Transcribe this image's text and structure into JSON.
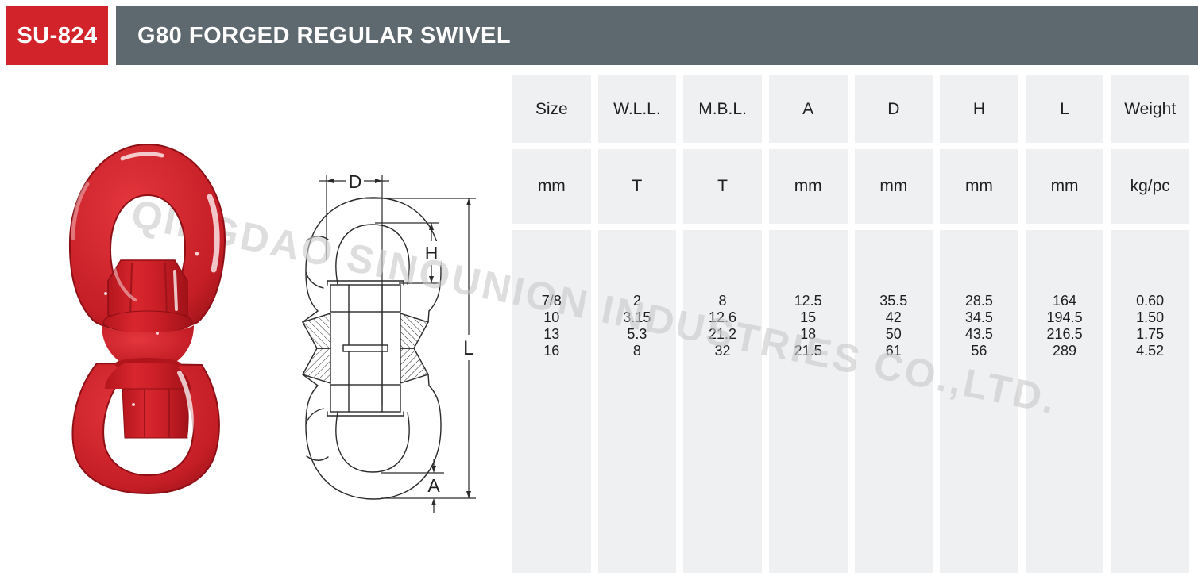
{
  "header": {
    "model": "SU-824",
    "title": "G80 FORGED REGULAR SWIVEL"
  },
  "watermark": "QINGDAO SINOUNION INDUSTRIES CO.,LTD.",
  "colors": {
    "accent_red": "#d2232a",
    "header_gray": "#5e686f",
    "cell_bg": "#eef0f2",
    "swivel_red": "#cb1f27",
    "watermark_gray": "#c9c9c9"
  },
  "drawing": {
    "labels": {
      "d": "D",
      "h": "H",
      "l": "L",
      "a": "A"
    }
  },
  "table": {
    "columns": [
      {
        "label": "Size",
        "unit": "mm"
      },
      {
        "label": "W.L.L.",
        "unit": "T"
      },
      {
        "label": "M.B.L.",
        "unit": "T"
      },
      {
        "label": "A",
        "unit": "mm"
      },
      {
        "label": "D",
        "unit": "mm"
      },
      {
        "label": "H",
        "unit": "mm"
      },
      {
        "label": "L",
        "unit": "mm"
      },
      {
        "label": "Weight",
        "unit": "kg/pc"
      }
    ],
    "rows": [
      [
        "7/8",
        "2",
        "8",
        "12.5",
        "35.5",
        "28.5",
        "164",
        "0.60"
      ],
      [
        "10",
        "3.15",
        "12.6",
        "15",
        "42",
        "34.5",
        "194.5",
        "1.50"
      ],
      [
        "13",
        "5.3",
        "21.2",
        "18",
        "50",
        "43.5",
        "216.5",
        "1.75"
      ],
      [
        "16",
        "8",
        "32",
        "21.5",
        "61",
        "56",
        "289",
        "4.52"
      ]
    ]
  }
}
